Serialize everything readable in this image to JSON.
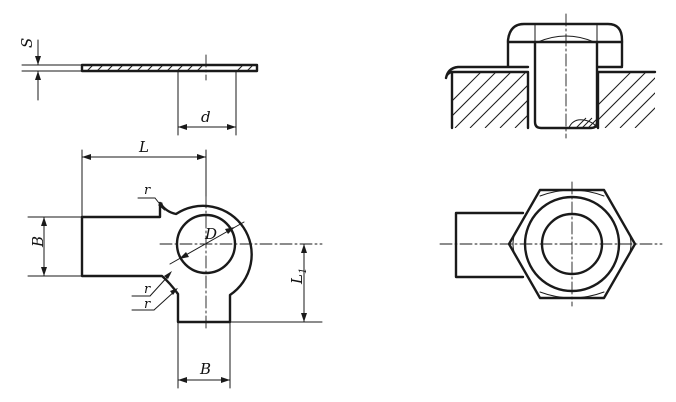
{
  "labels": {
    "s": "S",
    "d": "d",
    "L": "L",
    "r_top": "r",
    "B_left": "B",
    "D": "D",
    "r_bottom_1": "r",
    "r_bottom_2": "r",
    "L1_main": "L",
    "L1_sub": "1",
    "B_bottom": "B"
  }
}
